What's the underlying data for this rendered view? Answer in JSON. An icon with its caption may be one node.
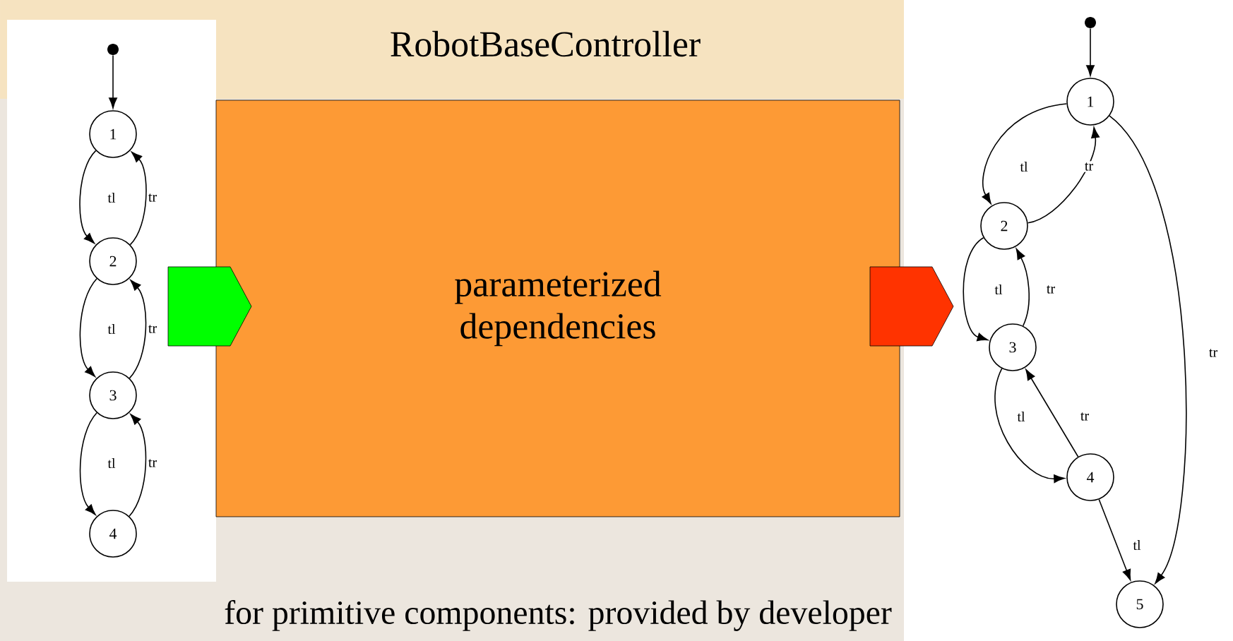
{
  "diagram": {
    "nodes": [
      {
        "text": [
          "RobotBaseController",
          "parameterized dependencies"
        ]
      },
      {
        "text": [],
        "shape": "box"
      },
      {
        "text": [],
        "shape": "box"
      },
      {
        "text": [],
        "shape": "circle"
      },
      {
        "text": [
          "1"
        ]
      },
      {
        "text": [
          "2"
        ]
      },
      {
        "text": [
          "3"
        ]
      },
      {
        "text": [
          "4"
        ]
      },
      {
        "text": [],
        "shape": "circle"
      },
      {
        "text": [
          "1"
        ]
      },
      {
        "text": [
          "2"
        ]
      },
      {
        "text": [
          "3"
        ]
      },
      {
        "text": [
          "4"
        ]
      },
      {
        "text": [
          "5"
        ]
      }
    ],
    "edges": [
      {
        "from": 3,
        "to": 4,
        "arrow": "to"
      },
      {
        "from": 4,
        "to": 5,
        "arrow": "to",
        "label": "tl"
      },
      {
        "from": 5,
        "to": 4,
        "arrow": "to",
        "label": "tr"
      },
      {
        "from": 5,
        "to": 6,
        "arrow": "to",
        "label": "tl"
      },
      {
        "from": 6,
        "to": 5,
        "arrow": "to",
        "label": "tr"
      },
      {
        "from": 6,
        "to": 7,
        "arrow": "to",
        "label": "tl"
      },
      {
        "from": 7,
        "to": 6,
        "arrow": "to",
        "label": "tr"
      },
      {
        "from": 8,
        "to": 9,
        "arrow": "to"
      },
      {
        "from": 9,
        "to": 10,
        "arrow": "to",
        "label": "tl"
      },
      {
        "from": 10,
        "to": 9,
        "arrow": "to",
        "label": "tr"
      },
      {
        "from": 10,
        "to": 11,
        "arrow": "to",
        "label": "tl"
      },
      {
        "from": 11,
        "to": 10,
        "arrow": "to",
        "label": "tr"
      },
      {
        "from": 11,
        "to": 12,
        "arrow": "to",
        "label": "tl"
      },
      {
        "from": 12,
        "to": 11,
        "arrow": "to",
        "label": "tr"
      },
      {
        "from": 12,
        "to": 13,
        "arrow": "to",
        "label": "tl"
      },
      {
        "from": 9,
        "to": 13,
        "arrow": "to",
        "label": "tr"
      }
    ],
    "labels": [
      "for primitive components: provided by developer"
    ]
  }
}
